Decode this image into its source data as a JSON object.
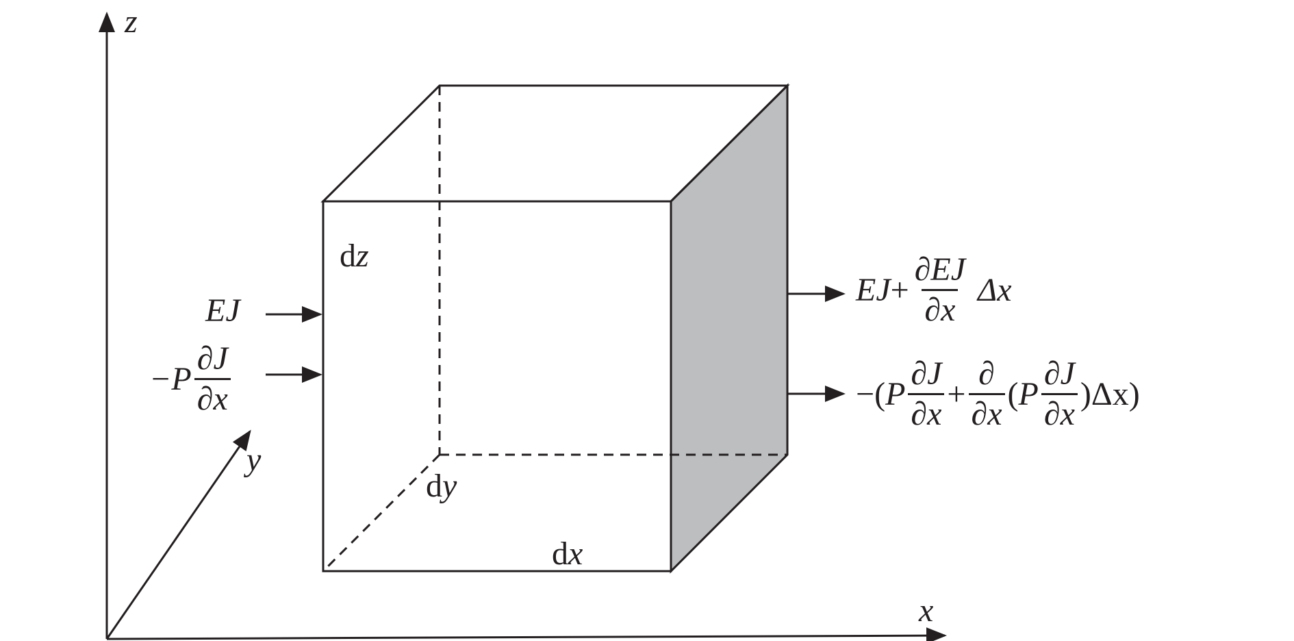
{
  "axes": {
    "x": "x",
    "y": "y",
    "z": "z"
  },
  "dimensions": {
    "dx_d": "d",
    "dx_var": "x",
    "dy_d": "d",
    "dy_var": "y",
    "dz_d": "d",
    "dz_var": "z"
  },
  "inflow": {
    "diffusive": "EJ",
    "convective_prefix": "−P",
    "convective_num": "∂J",
    "convective_den": "∂x"
  },
  "outflow": {
    "diffusive_base": "EJ",
    "diffusive_plus": "+",
    "diffusive_num": "∂EJ",
    "diffusive_den": "∂x",
    "diffusive_delta": "Δx",
    "convective_open": "−(",
    "convective_P1": "P",
    "convective_num1": "∂J",
    "convective_den1": "∂x",
    "convective_plus": "+",
    "convective_num2": "∂",
    "convective_den2": "∂x",
    "convective_paren": "(",
    "convective_P2": "P",
    "convective_num3": "∂J",
    "convective_den3": "∂x",
    "convective_close": ")Δx)"
  },
  "colors": {
    "line": "#231f20",
    "shade": "#bcbec0",
    "background": "#ffffff"
  }
}
